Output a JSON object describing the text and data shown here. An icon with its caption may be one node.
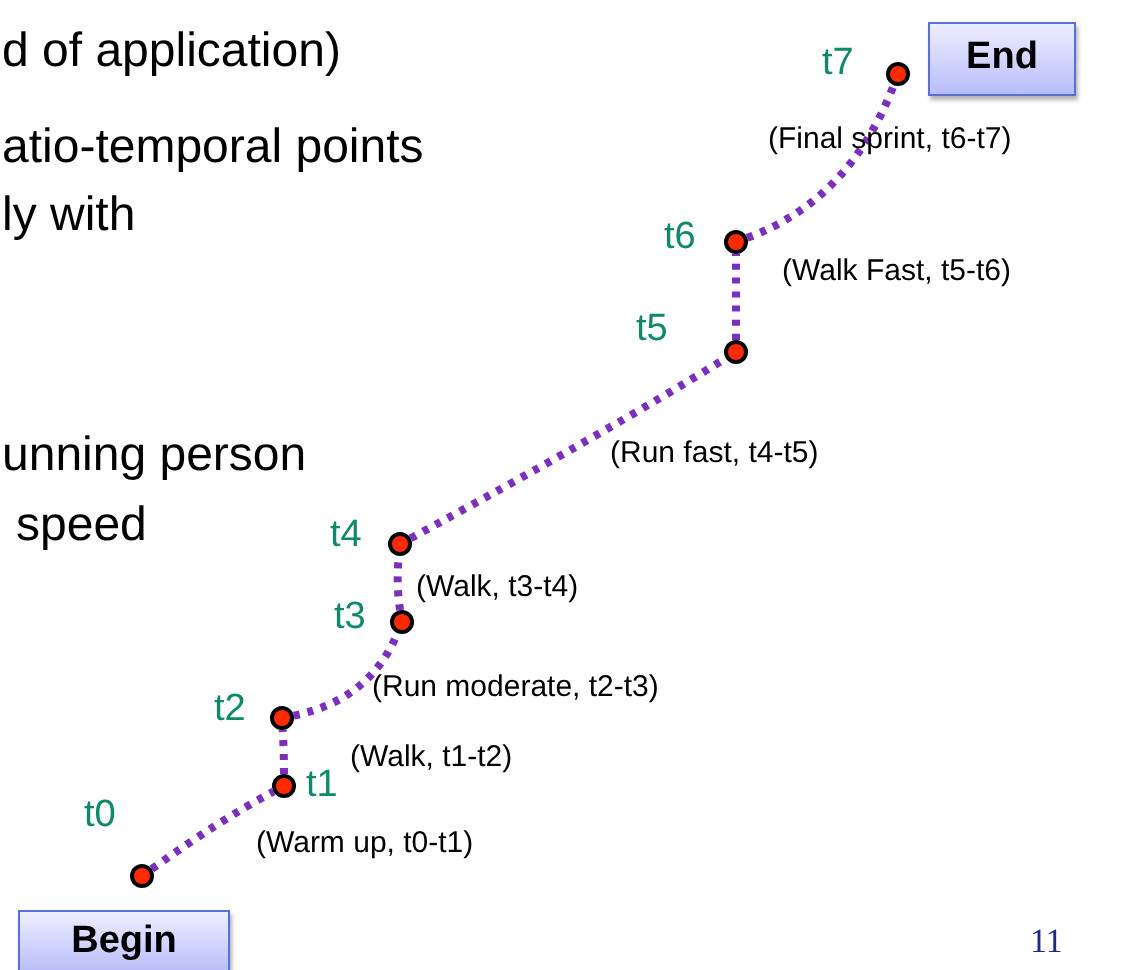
{
  "diagram": {
    "nodes": [
      {
        "text": [],
        "shape": "circle",
        "beside": [
          "t0"
        ]
      },
      {
        "text": [],
        "shape": "circle",
        "beside": [
          "t1"
        ]
      },
      {
        "text": [],
        "shape": "circle",
        "beside": [
          "t2"
        ]
      },
      {
        "text": [],
        "shape": "circle",
        "beside": [
          "t3"
        ]
      },
      {
        "text": [],
        "shape": "circle",
        "beside": [
          "t4"
        ]
      },
      {
        "text": [],
        "shape": "circle",
        "beside": [
          "t5"
        ]
      },
      {
        "text": [],
        "shape": "circle",
        "beside": [
          "t6"
        ]
      },
      {
        "text": [],
        "shape": "circle",
        "beside": [
          "t7"
        ]
      },
      {
        "text": [
          "Begin"
        ]
      },
      {
        "text": [
          "End"
        ]
      }
    ],
    "edges": [
      {
        "from": 0,
        "to": 1,
        "arrow": "none",
        "label": "(Warm up, t0-t1)",
        "style": "dashed"
      },
      {
        "from": 1,
        "to": 2,
        "arrow": "none",
        "label": "(Walk, t1-t2)",
        "style": "dashed"
      },
      {
        "from": 2,
        "to": 3,
        "arrow": "none",
        "label": "(Run moderate, t2-t3)",
        "style": "dashed"
      },
      {
        "from": 3,
        "to": 4,
        "arrow": "none",
        "label": "(Walk, t3-t4)",
        "style": "dashed"
      },
      {
        "from": 4,
        "to": 5,
        "arrow": "none",
        "label": "(Run fast, t4-t5)",
        "style": "dashed"
      },
      {
        "from": 5,
        "to": 6,
        "arrow": "none",
        "label": "(Walk Fast, t5-t6)",
        "style": "dashed"
      },
      {
        "from": 6,
        "to": 7,
        "arrow": "none",
        "label": "(Final sprint, t6-t7)",
        "style": "dashed"
      }
    ],
    "labels": [
      "d of application)",
      "atio-temporal points",
      "ly with",
      "unning person",
      "speed",
      "11"
    ]
  }
}
